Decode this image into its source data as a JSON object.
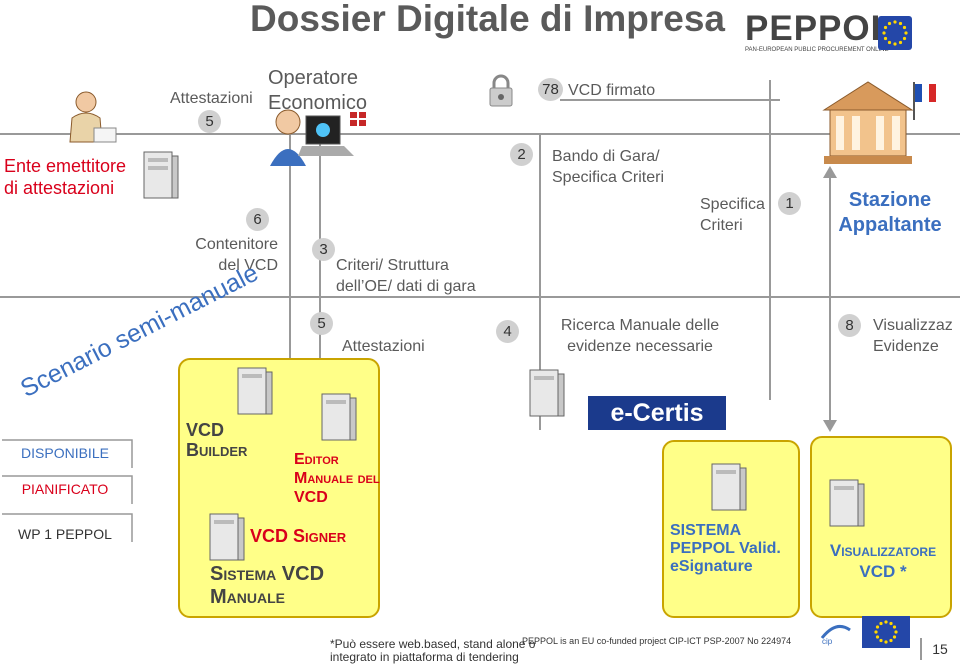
{
  "title": "Dossier Digitale di Impresa",
  "logo": {
    "word": "PEPPOL",
    "subtitle": "PAN-EUROPEAN PUBLIC PROCUREMENT ONLINE"
  },
  "actors": {
    "ente": "Ente emettitore di attestazioni",
    "operatore": "Operatore Economico",
    "stazione": "Stazione Appaltante",
    "contenitore": "Contenitore del VCD"
  },
  "flows": {
    "attestazioni_top": "Attestazioni",
    "vcd_firmato": "VCD firmato",
    "bando": "Bando di Gara/ Specifica Criteri",
    "specifica": "Specifica Criteri",
    "criteri_struttura": "Criteri/ Struttura dell’OE/ dati di gara",
    "attestazioni_mid": "Attestazioni",
    "ricerca": "Ricerca Manuale delle evidenze necessarie",
    "visualizza": "Visualizzaz Evidenze"
  },
  "steps": {
    "s1": "1",
    "s2": "2",
    "s3": "3",
    "s4": "4",
    "s5a": "5",
    "s5b": "5",
    "s6": "6",
    "s78": "78",
    "s8": "8"
  },
  "scenario": "Scenario semi-manuale",
  "legend": {
    "disponibile": "DISPONIBILE",
    "pianificato": "PIANIFICATO",
    "wp1": "WP 1 PEPPOL"
  },
  "components": {
    "vcd_builder": "VCD Builder",
    "editor": "Editor Manuale del VCD",
    "vcd_signer": "VCD Signer",
    "sistema_vcd": "Sistema VCD Manuale",
    "ecertis": "e-Certis",
    "sistema_peppol": "SISTEMA PEPPOL Valid. eSignature",
    "visualizzatore": "Visualizzatore VCD *"
  },
  "footer": {
    "note": "*Può essere web.based, stand alone o integrato in piattaforma di tendering",
    "funded": "PEPPOL is an EU co-funded project CIP-ICT PSP-2007 No 224974",
    "page": "15"
  },
  "colors": {
    "accent_blue": "#3b6fbf",
    "red": "#d9001b",
    "yellow_fill": "#ffff88",
    "yellow_border": "#c9a400"
  }
}
